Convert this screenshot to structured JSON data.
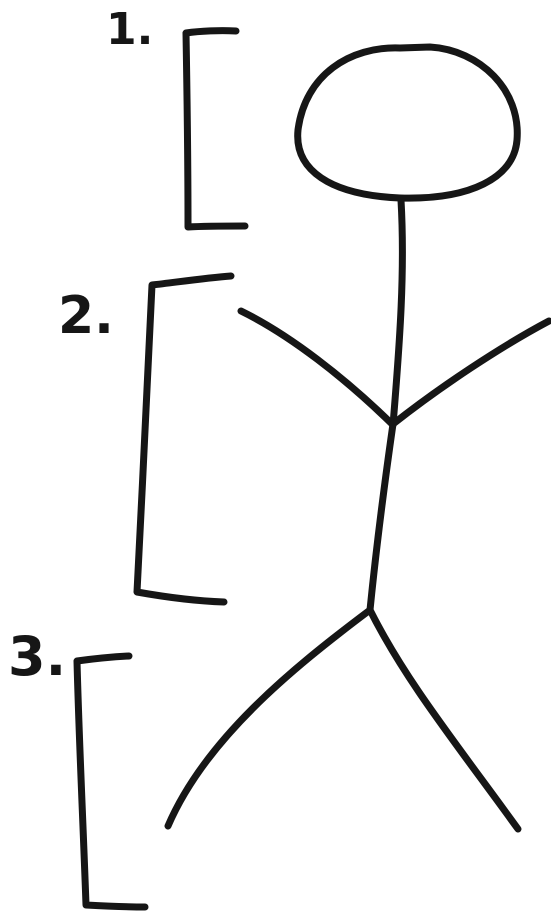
{
  "labels": {
    "one": "1.",
    "two": "2.",
    "three": "3."
  },
  "colors": {
    "ink": "#161616",
    "background": "#ffffff"
  }
}
